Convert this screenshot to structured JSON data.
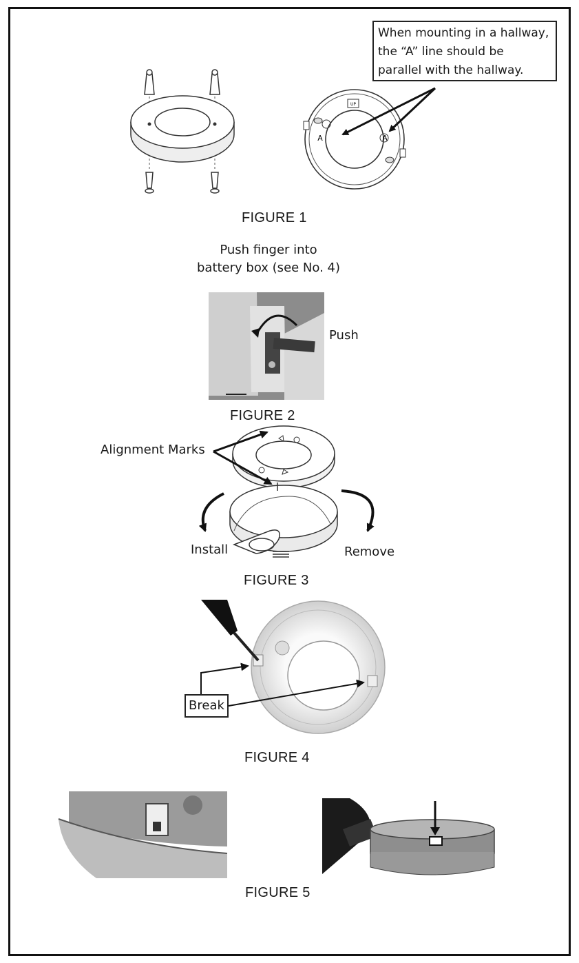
{
  "figure1": {
    "caption": "FIGURE 1",
    "note_lines": [
      "When mounting in a hallway,",
      "the “A” line should be",
      "parallel with the hallway."
    ],
    "mark_A": "A",
    "mark_up": "UP"
  },
  "figure2": {
    "instruction_lines": [
      "Push finger into",
      "battery box (see No. 4)"
    ],
    "push_label": "Push",
    "caption": "FIGURE 2"
  },
  "figure3": {
    "alignment_label": "Alignment Marks",
    "install_label": "Install",
    "remove_label": "Remove",
    "caption": "FIGURE 3"
  },
  "figure4": {
    "break_label": "Break",
    "caption": "FIGURE 4"
  },
  "figure5": {
    "caption": "FIGURE 5"
  }
}
